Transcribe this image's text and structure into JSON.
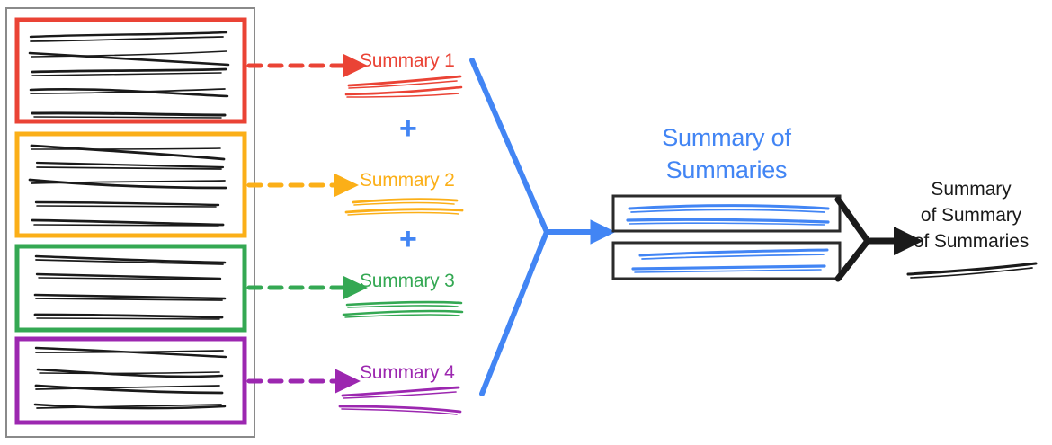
{
  "diagram": {
    "title_semantics": "hierarchical-summarization-pipeline",
    "colors": {
      "red": "#EA4335",
      "orange": "#FBAF18",
      "green": "#34A853",
      "purple": "#9C27B0",
      "blue": "#4285F4",
      "black": "#1A1A1A",
      "gray_box": "#8A8A8A"
    },
    "source_group": {
      "name": "source-documents-container",
      "chunks": [
        {
          "id": "chunk-1",
          "color": "#EA4335",
          "line_count": 5
        },
        {
          "id": "chunk-2",
          "color": "#FBAF18",
          "line_count": 5
        },
        {
          "id": "chunk-3",
          "color": "#34A853",
          "line_count": 4
        },
        {
          "id": "chunk-4",
          "color": "#9C27B0",
          "line_count": 4
        }
      ]
    },
    "summaries": [
      {
        "label": "Summary 1",
        "color": "#EA4335",
        "arrow": "dashed-arrow-right"
      },
      {
        "label": "Summary 2",
        "color": "#FBAF18",
        "arrow": "dashed-arrow-right"
      },
      {
        "label": "Summary 3",
        "color": "#34A853",
        "arrow": "dashed-arrow-right"
      },
      {
        "label": "Summary 4",
        "color": "#9C27B0",
        "arrow": "dashed-arrow-right"
      }
    ],
    "operators": [
      {
        "symbol": "+",
        "color": "#4285F4"
      },
      {
        "symbol": "+",
        "color": "#4285F4"
      },
      {
        "symbol": "+",
        "color": "#4285F4"
      }
    ],
    "merge_arrow_blue": "merge-arrow-blue",
    "summary_of_summaries": {
      "title_line_1": "Summary of",
      "title_line_2": "Summaries",
      "color": "#4285F4",
      "boxes": [
        {
          "id": "sos-box-1",
          "line_count": 2
        },
        {
          "id": "sos-box-2",
          "line_count": 2
        }
      ]
    },
    "merge_arrow_black": "merge-arrow-black",
    "final_output": {
      "title_line_1": "Summary",
      "title_line_2": "of Summary",
      "title_line_3": "of Summaries",
      "color": "#1A1A1A",
      "line_count": 1
    }
  }
}
